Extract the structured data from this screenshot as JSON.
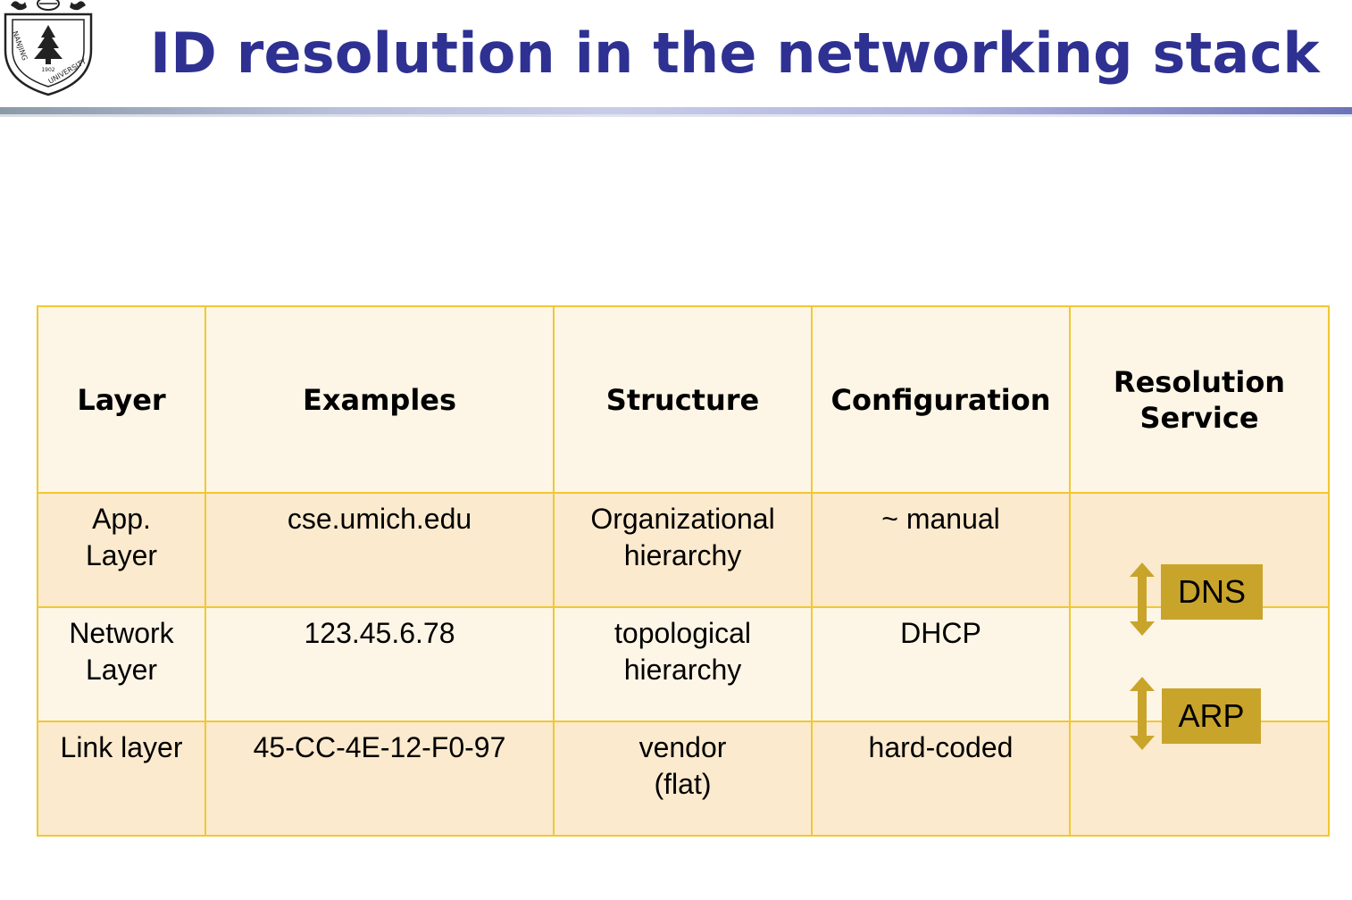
{
  "slide": {
    "title": "ID resolution in the networking stack",
    "logo": {
      "text_top": "NANJING",
      "text_bottom": "UNIVERSITY",
      "year": "1902",
      "icon": "pine-tree-shield-icon"
    }
  },
  "table": {
    "headers": [
      "Layer",
      "Examples",
      "Structure",
      "Configuration",
      "Resolution Service"
    ],
    "rows": [
      {
        "layer": "App. Layer",
        "example": "cse.umich.edu",
        "structure": "Organizational hierarchy",
        "configuration": "~ manual"
      },
      {
        "layer": "Network Layer",
        "example": "123.45.6.78",
        "structure": "topological hierarchy",
        "configuration": "DHCP"
      },
      {
        "layer": "Link layer",
        "example": "45-CC-4E-12-F0-97",
        "structure": "vendor (flat)",
        "configuration": "hard-coded"
      }
    ],
    "resolution_services": [
      {
        "label": "DNS",
        "icon": "double-arrow-vertical-icon"
      },
      {
        "label": "ARP",
        "icon": "double-arrow-vertical-icon"
      }
    ]
  },
  "colors": {
    "title": "#2e3192",
    "table_border": "#f0c832",
    "header_bg": "#fdf5e6",
    "row_dark_bg": "#fbeacd",
    "row_light_bg": "#fdf5e6",
    "badge_bg": "#c9a42b"
  }
}
